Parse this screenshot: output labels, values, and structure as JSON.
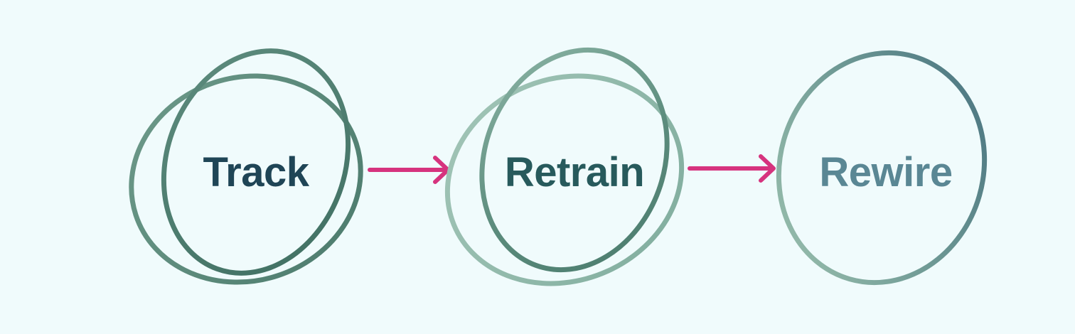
{
  "steps": [
    {
      "label": "Track",
      "color": "#1f4556"
    },
    {
      "label": "Retrain",
      "color": "#275a5c"
    },
    {
      "label": "Rewire",
      "color": "#5a8794"
    }
  ],
  "colors": {
    "background": "#f0fbfc",
    "arrow": "#d6337e",
    "loop_dark": "#4f7f70",
    "loop_mid": "#5f8f80",
    "loop_light": "#92b9aa",
    "loop_blue": "#4c7a80"
  }
}
